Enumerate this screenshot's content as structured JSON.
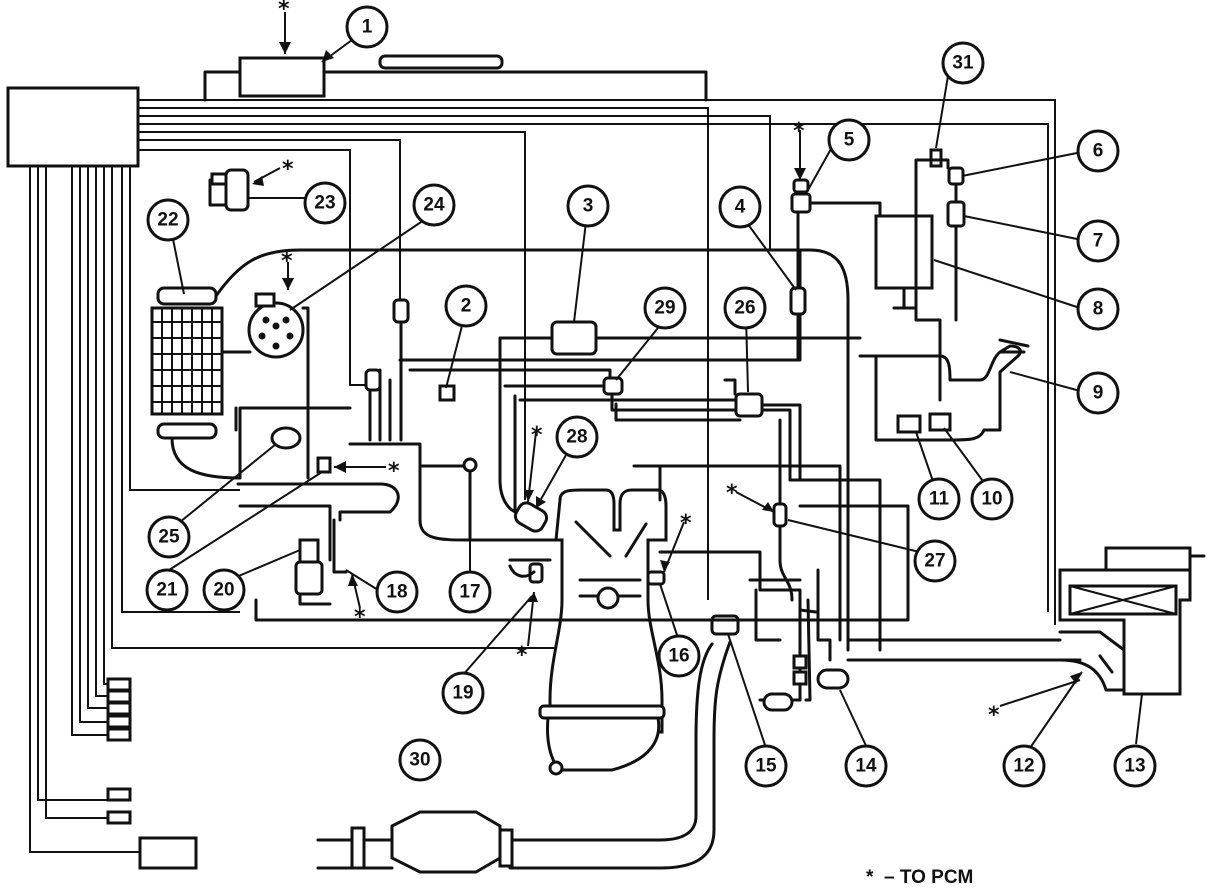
{
  "legend": {
    "symbol": "*",
    "text": "– TO PCM"
  },
  "callouts": [
    {
      "id": "c1",
      "label": "1"
    },
    {
      "id": "c2",
      "label": "2"
    },
    {
      "id": "c3",
      "label": "3"
    },
    {
      "id": "c4",
      "label": "4"
    },
    {
      "id": "c5",
      "label": "5"
    },
    {
      "id": "c6",
      "label": "6"
    },
    {
      "id": "c7",
      "label": "7"
    },
    {
      "id": "c8",
      "label": "8"
    },
    {
      "id": "c9",
      "label": "9"
    },
    {
      "id": "c10",
      "label": "10"
    },
    {
      "id": "c11",
      "label": "11"
    },
    {
      "id": "c12",
      "label": "12"
    },
    {
      "id": "c13",
      "label": "13"
    },
    {
      "id": "c14",
      "label": "14"
    },
    {
      "id": "c15",
      "label": "15"
    },
    {
      "id": "c16",
      "label": "16"
    },
    {
      "id": "c17",
      "label": "17"
    },
    {
      "id": "c18",
      "label": "18"
    },
    {
      "id": "c19",
      "label": "19"
    },
    {
      "id": "c20",
      "label": "20"
    },
    {
      "id": "c21",
      "label": "21"
    },
    {
      "id": "c22",
      "label": "22"
    },
    {
      "id": "c23",
      "label": "23"
    },
    {
      "id": "c24",
      "label": "24"
    },
    {
      "id": "c25",
      "label": "25"
    },
    {
      "id": "c26",
      "label": "26"
    },
    {
      "id": "c27",
      "label": "27"
    },
    {
      "id": "c28",
      "label": "28"
    },
    {
      "id": "c29",
      "label": "29"
    },
    {
      "id": "c30",
      "label": "30"
    },
    {
      "id": "c31",
      "label": "31"
    }
  ]
}
